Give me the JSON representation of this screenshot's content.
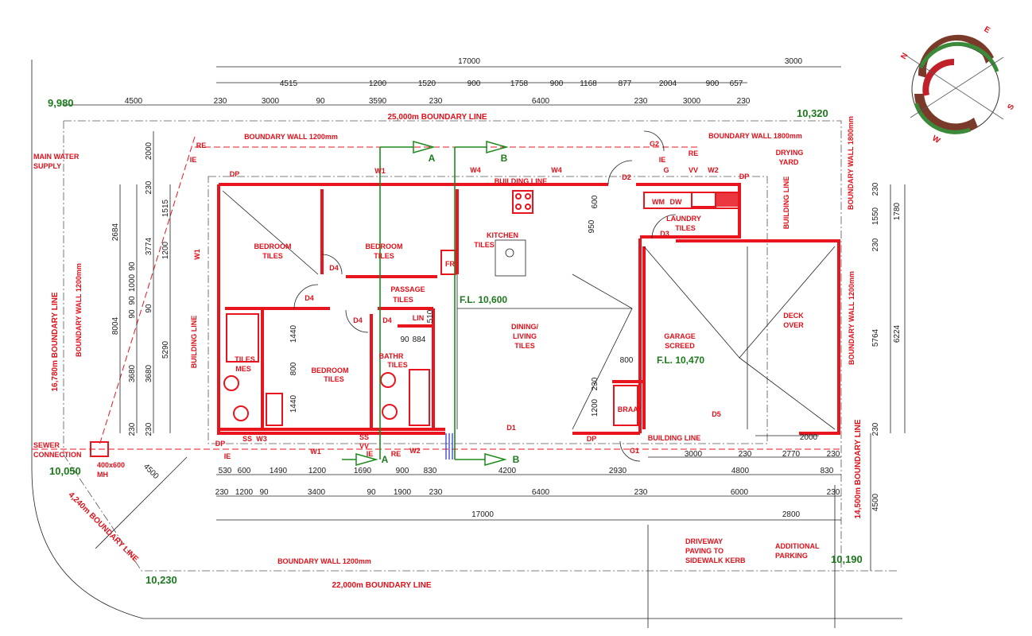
{
  "top_dims": {
    "overall": "17000",
    "overall_right": "3000",
    "row1": [
      "4515",
      "1200",
      "1520",
      "900",
      "1758",
      "900",
      "1168",
      "877",
      "2004",
      "900",
      "657"
    ],
    "row2": [
      "230",
      "3000",
      "90",
      "3590",
      "230",
      "6400",
      "230",
      "3000",
      "230"
    ],
    "left_4500": "4500"
  },
  "bottom_dims": {
    "row1": [
      "530",
      "600",
      "1490",
      "1200",
      "1690",
      "900",
      "830",
      "4200",
      "2930",
      "4800",
      "830"
    ],
    "row2": [
      "230",
      "1200",
      "90",
      "3400",
      "90",
      "1900",
      "230",
      "6400",
      "230",
      "6000",
      "230"
    ],
    "overall": "17000",
    "right_row": [
      "3000",
      "230",
      "2770",
      "230"
    ],
    "parking_width": "2800",
    "garage_door": "2000"
  },
  "left_dims": {
    "d2000": "2000",
    "d230a": "230",
    "d1515": "1515",
    "d1200": "1200",
    "d2684": "2684",
    "d3774": "3774",
    "d8004": "8004",
    "d90a": "90",
    "d1000": "1000",
    "d90b": "90",
    "d90c": "90",
    "d90d": "90",
    "d3680a": "3680",
    "d3680b": "3680",
    "d5290": "5290",
    "d230b": "230",
    "d230c": "230",
    "d4500": "4500"
  },
  "right_dims": {
    "d230a": "230",
    "d1550": "1550",
    "d1780": "1780",
    "d230b": "230",
    "d5764": "5764",
    "d6224": "6224",
    "d230c": "230",
    "d4500": "4500"
  },
  "inner_dims": {
    "d1440a": "1440",
    "d1440b": "1440",
    "d800a": "800",
    "d510": "510",
    "d90": "90",
    "d884": "884",
    "d950": "950",
    "d600": "600",
    "d800b": "800",
    "d1200": "1200",
    "d230": "230"
  },
  "levels": {
    "tl": "9,980",
    "tr": "10,320",
    "ml": "10,050",
    "bl": "10,230",
    "br": "10,190",
    "fl_main": "F.L. 10,600",
    "fl_garage": "F.L. 10,470"
  },
  "boundary": {
    "top": "25,000m BOUNDARY LINE",
    "bottom": "22,000m BOUNDARY LINE",
    "left": "16,780m BOUNDARY LINE",
    "corner": "4,240m BOUNDARY LINE",
    "right": "14,500m BOUNDARY LINE"
  },
  "walls": {
    "top": "BOUNDARY WALL 1200mm",
    "top_right": "BOUNDARY WALL 1800mm",
    "right_top": "BOUNDARY WALL 1800mm",
    "left": "BOUNDARY WALL 1200mm",
    "right": "BOUNDARY WALL 1200mm",
    "bottom": "BOUNDARY WALL 1200mm"
  },
  "building_line": {
    "top": "BUILDING LINE",
    "left": "BUILDING LINE",
    "right": "BUILDING LINE",
    "bottom": "BUILDING LINE"
  },
  "rooms": {
    "bedroom1": "BEDROOM",
    "bedroom1_f": "TILES",
    "bedroom2": "BEDROOM",
    "bedroom2_f": "TILES",
    "bedroom3": "BEDROOM",
    "bedroom3_f": "TILES",
    "kitchen": "KITCHEN",
    "kitchen_f": "TILES",
    "passage": "PASSAGE",
    "passage_f": "TILES",
    "dining": "DINING/",
    "living": "LIVING",
    "dining_f": "TILES",
    "bathr": "BATHR",
    "bathr_f": "TILES",
    "ens_f": "TILES",
    "ens": "MES",
    "laundry": "LAUNDRY",
    "laundry_f": "TILES",
    "garage": "GARAGE",
    "garage_f": "SCREED",
    "deck": "DECK",
    "deck_2": "OVER",
    "drying": "DRYING",
    "drying_2": "YARD",
    "lin": "LIN",
    "fr": "FR",
    "braai": "BRAAI",
    "wm": "WM",
    "dw": "DW"
  },
  "tags": {
    "re1": "RE",
    "ie1": "IE",
    "dp1": "DP",
    "w1_top": "W1",
    "w4a": "W4",
    "w4b": "W4",
    "g2": "G2",
    "re2": "RE",
    "ie2": "IE",
    "g": "G",
    "vv": "VV",
    "w2_top": "W2",
    "dp2": "DP",
    "d2": "D2",
    "d3": "D3",
    "w1_left": "W1",
    "d4a": "D4",
    "d4b": "D4",
    "d4c": "D4",
    "d4d": "D4",
    "dp3": "DP",
    "ie3": "IE",
    "ss1": "SS",
    "w3": "W3",
    "w1_bot": "W1",
    "ss2": "SS",
    "vv2": "VV",
    "ie4": "IE",
    "re3": "RE",
    "w2_bot": "W2",
    "d1": "D1",
    "dp4": "DP",
    "g1": "G1",
    "d5": "D5"
  },
  "section_marks": {
    "a_top": "A",
    "b_top": "B",
    "a_bot": "A",
    "b_bot": "B"
  },
  "notes": {
    "water1": "MAIN WATER",
    "water2": "SUPPLY",
    "sewer1": "SEWER",
    "sewer2": "CONNECTION",
    "mh1": "400x600",
    "mh2": "MH",
    "drive1": "DRIVEWAY",
    "drive2": "PAVING TO",
    "drive3": "SIDEWALK KERB",
    "park1": "ADDITIONAL",
    "park2": "PARKING"
  },
  "compass": {
    "n": "N",
    "e": "E",
    "s": "S",
    "w": "W"
  },
  "colors": {
    "walls": "#e8151f",
    "levels": "#1c7a1c",
    "dims": "#1a1a1a"
  }
}
